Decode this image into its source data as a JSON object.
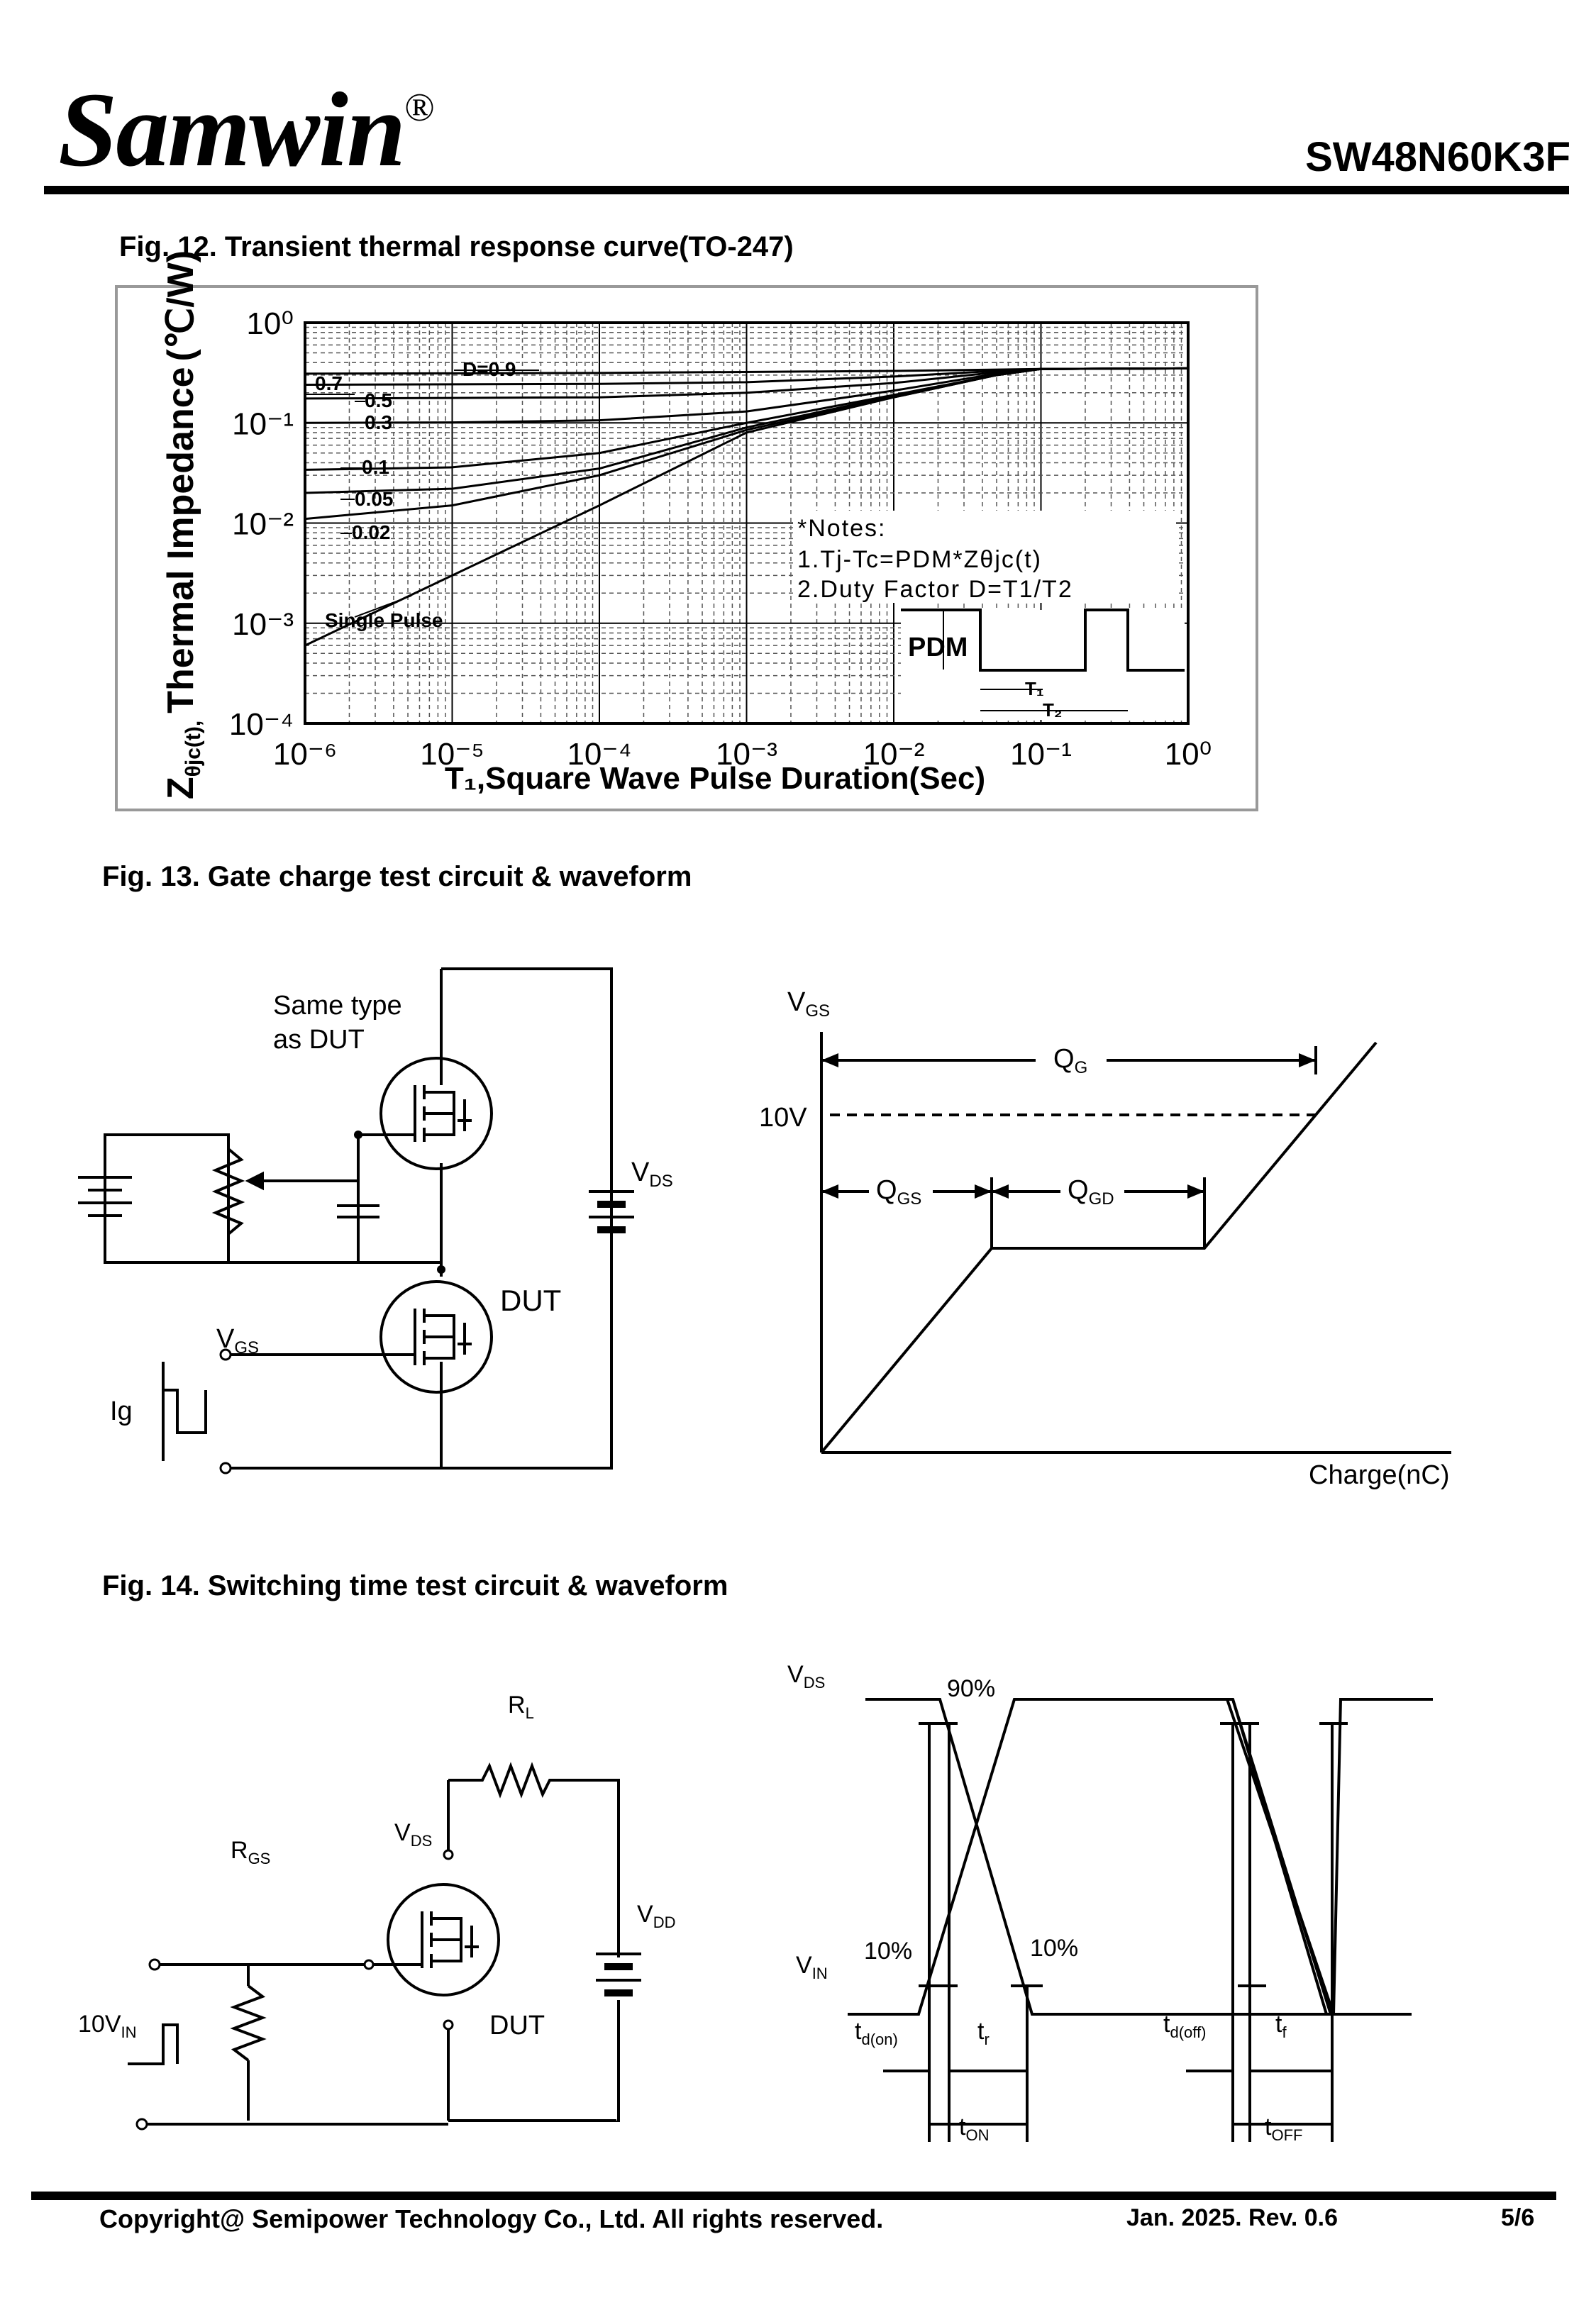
{
  "header": {
    "brand": "Samwin",
    "registered_mark": "®",
    "part_number": "SW48N60K3F"
  },
  "fig12": {
    "title": "Fig. 12. Transient thermal response curve(TO-247)",
    "ylabel_main": "Thermal Impedance",
    "ylabel_unit": "(℃/W)",
    "ylabel_symbol": "Z",
    "ylabel_symbol_sub": "θjc(t),",
    "xlabel": "T₁,Square Wave Pulse Duration(Sec)",
    "y_tick_labels": [
      "10⁰",
      "10⁻¹",
      "10⁻²",
      "10⁻³",
      "10⁻⁴"
    ],
    "x_tick_labels": [
      "10⁻⁶",
      "10⁻⁵",
      "10⁻⁴",
      "10⁻³",
      "10⁻²",
      "10⁻¹",
      "10⁰"
    ],
    "curve_labels": [
      "D=0.9",
      "0.7",
      "0.5",
      "0.3",
      "0.1",
      "0.05",
      "0.02",
      "Single Pulse"
    ],
    "notes_title": "*Notes:",
    "note1": "1.Tj-Tc=PDM*Zθjc(t)",
    "note2": "2.Duty Factor D=T1/T2",
    "pdm_label": "PDM",
    "t1_label": "T₁",
    "t2_label": "T₂"
  },
  "chart_data": {
    "type": "line",
    "x_scale": "log",
    "y_scale": "log",
    "xlim": [
      1e-06,
      1
    ],
    "ylim": [
      0.0001,
      1
    ],
    "series": [
      {
        "name": "D=0.9",
        "x": [
          1e-06,
          0.0001,
          0.01,
          0.1,
          1
        ],
        "y": [
          0.31,
          0.315,
          0.33,
          0.345,
          0.35
        ]
      },
      {
        "name": "0.7",
        "x": [
          1e-06,
          0.0001,
          0.001,
          0.01,
          0.05,
          0.1,
          1
        ],
        "y": [
          0.24,
          0.245,
          0.255,
          0.29,
          0.33,
          0.345,
          0.35
        ]
      },
      {
        "name": "0.5",
        "x": [
          1e-06,
          0.0001,
          0.001,
          0.01,
          0.05,
          0.1,
          1
        ],
        "y": [
          0.175,
          0.18,
          0.2,
          0.25,
          0.32,
          0.345,
          0.35
        ]
      },
      {
        "name": "0.3",
        "x": [
          1e-06,
          1e-05,
          0.0001,
          0.001,
          0.01,
          0.05,
          0.1,
          1
        ],
        "y": [
          0.1,
          0.101,
          0.106,
          0.13,
          0.21,
          0.31,
          0.345,
          0.35
        ]
      },
      {
        "name": "0.1",
        "x": [
          1e-06,
          1e-05,
          0.0001,
          0.001,
          0.01,
          0.05,
          0.1,
          1
        ],
        "y": [
          0.034,
          0.036,
          0.05,
          0.1,
          0.19,
          0.3,
          0.345,
          0.35
        ]
      },
      {
        "name": "0.05",
        "x": [
          1e-06,
          1e-05,
          0.0001,
          0.001,
          0.01,
          0.05,
          0.1,
          1
        ],
        "y": [
          0.02,
          0.022,
          0.035,
          0.09,
          0.185,
          0.3,
          0.345,
          0.35
        ]
      },
      {
        "name": "0.02",
        "x": [
          1e-06,
          1e-05,
          0.0001,
          0.001,
          0.01,
          0.05,
          0.1,
          1
        ],
        "y": [
          0.011,
          0.015,
          0.03,
          0.085,
          0.18,
          0.3,
          0.345,
          0.35
        ]
      },
      {
        "name": "Single Pulse",
        "x": [
          1e-06,
          1e-05,
          0.0001,
          0.001,
          0.01,
          0.05,
          0.1,
          1
        ],
        "y": [
          0.0006,
          0.003,
          0.015,
          0.08,
          0.18,
          0.3,
          0.345,
          0.35
        ]
      }
    ]
  },
  "fig13": {
    "title": "Fig. 13. Gate charge test circuit & waveform",
    "same_type": "Same type",
    "as_dut": "as DUT",
    "dut": "DUT",
    "vds": "V",
    "vds_sub": "DS",
    "vgs": "V",
    "vgs_sub": "GS",
    "ig": "Ig",
    "wave_vgs": "V",
    "wave_vgs_sub": "GS",
    "ten_v": "10V",
    "qg": "Q",
    "qg_sub": "G",
    "qgs": "Q",
    "qgs_sub": "GS",
    "qgd": "Q",
    "qgd_sub": "GD",
    "charge": "Charge(nC)"
  },
  "fig14": {
    "title": "Fig. 14. Switching time test circuit & waveform",
    "rl": "R",
    "rl_sub": "L",
    "rgs": "R",
    "rgs_sub": "GS",
    "vds": "V",
    "vds_sub": "DS",
    "vdd": "V",
    "vdd_sub": "DD",
    "vin_src": "10V",
    "vin_src_sub": "IN",
    "dut": "DUT",
    "wave_vds": "V",
    "wave_vds_sub": "DS",
    "wave_vin": "V",
    "wave_vin_sub": "IN",
    "p90": "90%",
    "p10a": "10%",
    "p10b": "10%",
    "tdon": "t",
    "tdon_sub": "d(on)",
    "tr": "t",
    "tr_sub": "r",
    "ton": "t",
    "ton_sub": "ON",
    "tdoff": "t",
    "tdoff_sub": "d(off)",
    "tf": "t",
    "tf_sub": "f",
    "toff": "t",
    "toff_sub": "OFF"
  },
  "footer": {
    "copyright": "Copyright@ Semipower Technology Co., Ltd. All rights reserved.",
    "date_rev": "Jan. 2025. Rev. 0.6",
    "page": "5/6"
  }
}
